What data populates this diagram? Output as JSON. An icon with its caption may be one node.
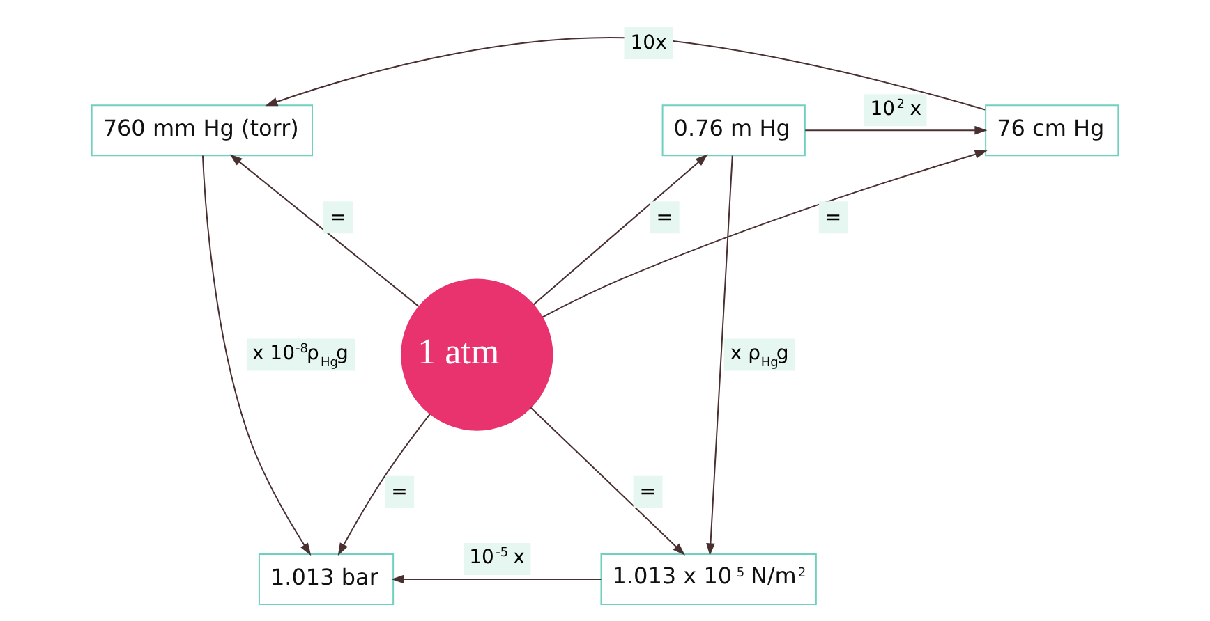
{
  "diagram": {
    "nodes": [
      {
        "text": [
          "760 mm Hg (torr)"
        ]
      },
      {
        "text": [
          "76 cm Hg"
        ]
      },
      {
        "text": [
          "0.76 m Hg"
        ]
      },
      {
        "text": [
          "1 atm"
        ]
      },
      {
        "text": [
          "1.013 bar"
        ]
      },
      {
        "text": [
          "1.013 x 10$^{5}$ N/m$^{2}$"
        ]
      }
    ],
    "edges": [
      {
        "from": 1,
        "to": 0,
        "arrow": "to",
        "label": "10x"
      },
      {
        "from": 2,
        "to": 1,
        "arrow": "to",
        "label": "10$^{2}$ x"
      },
      {
        "from": 3,
        "to": 0,
        "arrow": "to",
        "label": "="
      },
      {
        "from": 3,
        "to": 1,
        "arrow": "to",
        "label": "="
      },
      {
        "from": 3,
        "to": 2,
        "arrow": "to",
        "label": "="
      },
      {
        "from": 0,
        "to": 4,
        "arrow": "to",
        "label": "x 10$^{-8}$ρ$_{Hg}$g"
      },
      {
        "from": 2,
        "to": 5,
        "arrow": "to",
        "label": "x ρ$_{Hg}$g"
      },
      {
        "from": 3,
        "to": 4,
        "arrow": "to",
        "label": "="
      },
      {
        "from": 3,
        "to": 5,
        "arrow": "to",
        "label": "="
      },
      {
        "from": 5,
        "to": 4,
        "arrow": "to",
        "label": "10$^{-5}$ x"
      }
    ]
  }
}
